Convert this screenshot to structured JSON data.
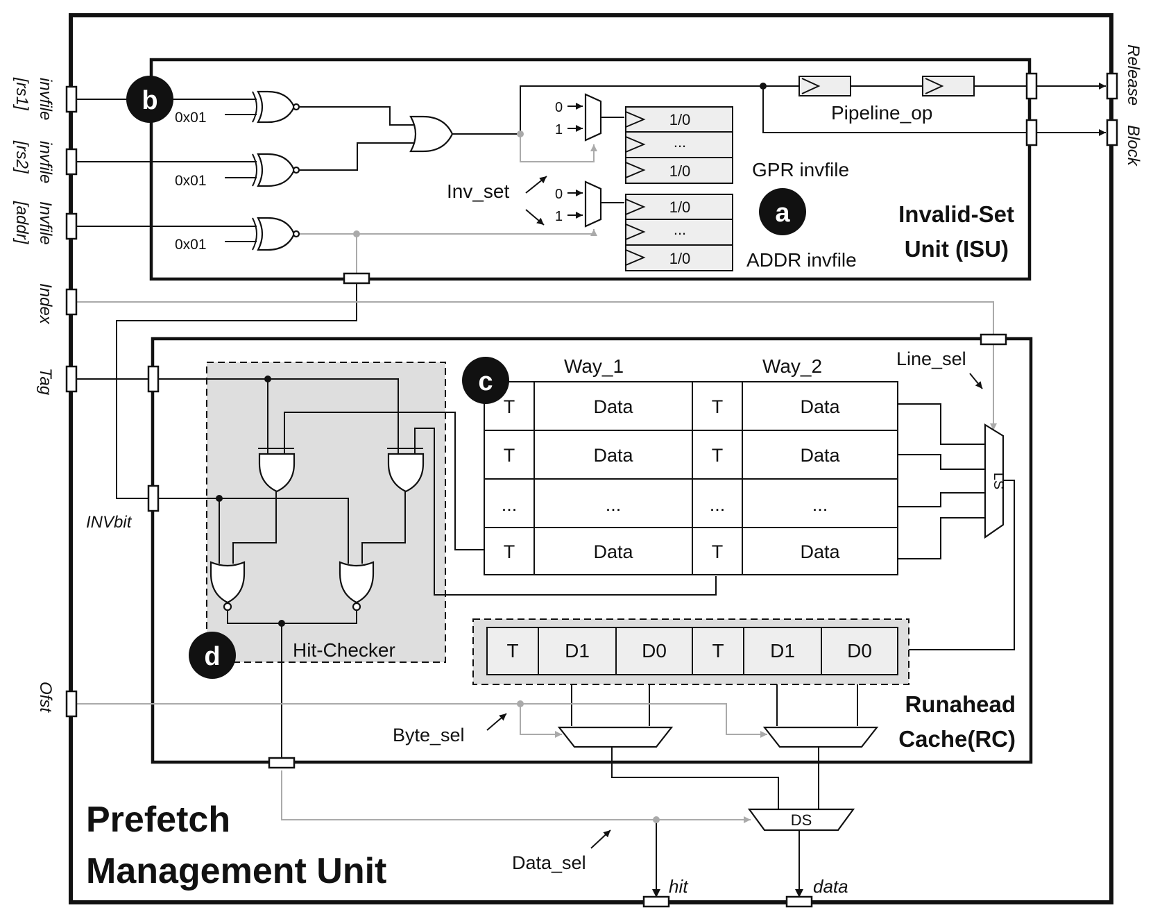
{
  "outer_block": {
    "title_line1": "Prefetch",
    "title_line2": "Management Unit"
  },
  "isu": {
    "title_line1": "Invalid-Set",
    "title_line2": "Unit (ISU)",
    "const_label": "0x01",
    "pipeline_label": "Pipeline_op",
    "gpr_label": "GPR invfile",
    "addr_label": "ADDR invfile",
    "inv_set_label": "Inv_set",
    "mux_in0": "0",
    "mux_in1": "1",
    "reg_bit": "1/0",
    "reg_dots": "..."
  },
  "rc": {
    "title_line1": "Runahead",
    "title_line2": "Cache(RC)",
    "way1_label": "Way_1",
    "way2_label": "Way_2",
    "tag_cell": "T",
    "data_cell": "Data",
    "dots": "...",
    "line_sel_label": "Line_sel",
    "ls_label": "LS",
    "buffer": [
      "T",
      "D1",
      "D0",
      "T",
      "D1",
      "D0"
    ],
    "byte_sel_label": "Byte_sel"
  },
  "hit_checker": {
    "label": "Hit-Checker"
  },
  "badges": {
    "a": "a",
    "b": "b",
    "c": "c",
    "d": "d"
  },
  "ports": {
    "in_rs1_line1": "invfile",
    "in_rs1_line2": "[rs1]",
    "in_rs2_line1": "invfile",
    "in_rs2_line2": "[rs2]",
    "in_addr_line1": "Invfile",
    "in_addr_line2": "[addr]",
    "index": "Index",
    "tag": "Tag",
    "invbit": "INVbit",
    "ofst": "Ofst",
    "release": "Release",
    "block": "Block",
    "hit": "hit",
    "data": "data"
  },
  "ds": {
    "label": "DS",
    "data_sel_label": "Data_sel"
  }
}
